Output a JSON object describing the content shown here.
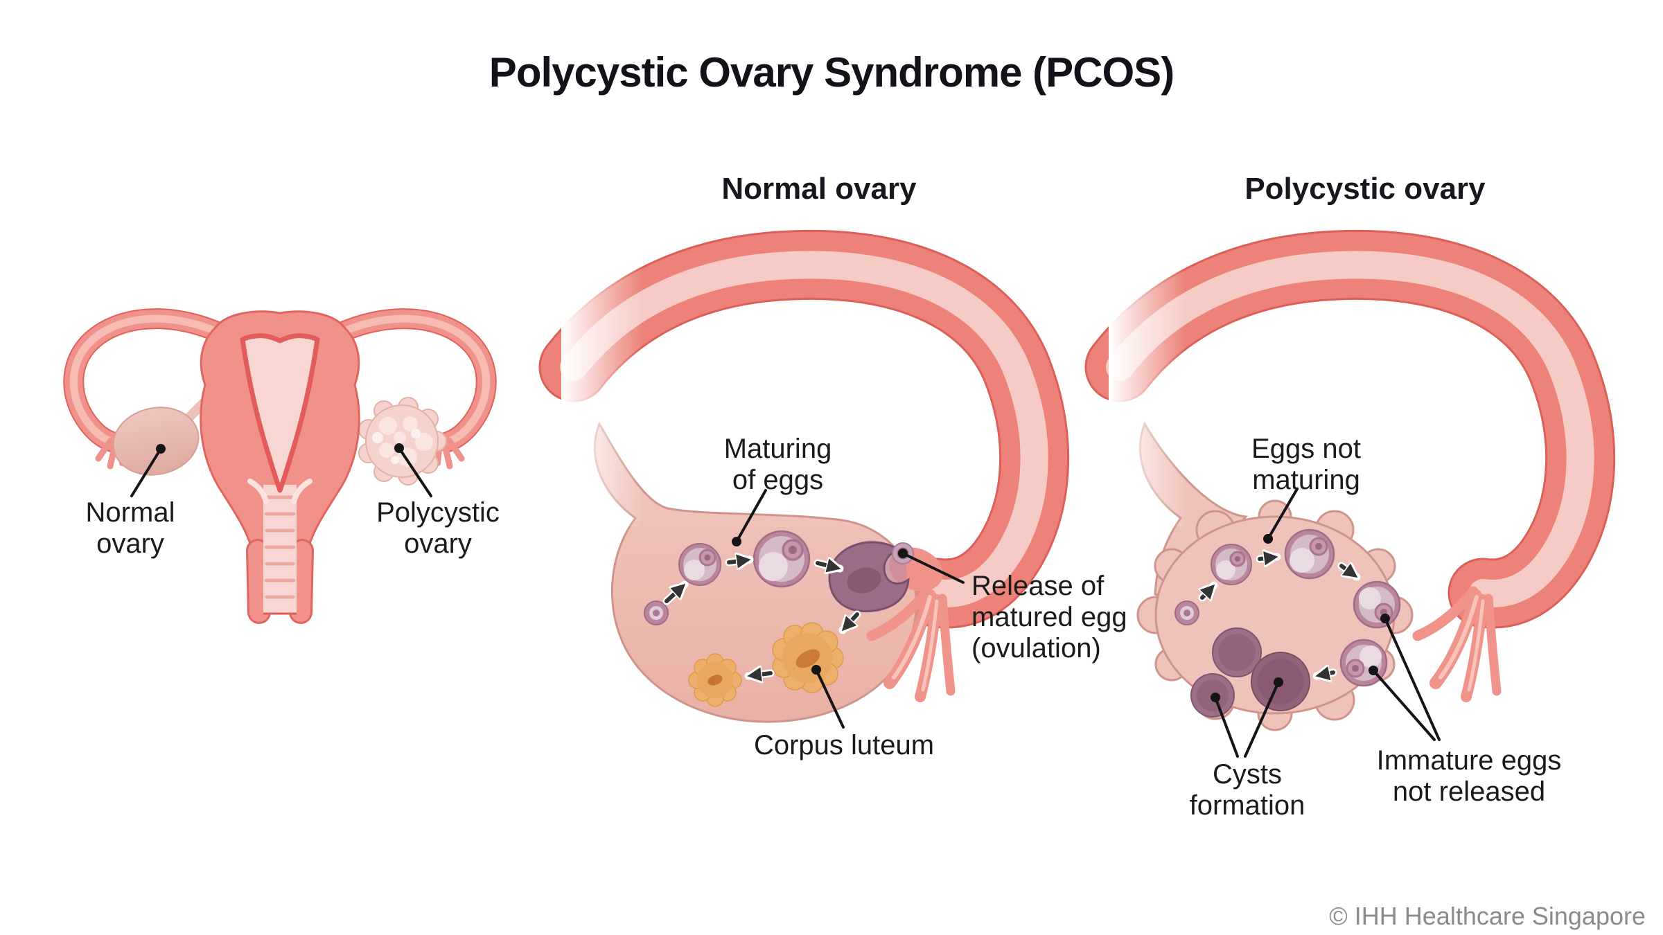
{
  "title": "Polycystic Ovary Syndrome (PCOS)",
  "copyright": "© IHH Healthcare Singapore",
  "overview": {
    "normal_label": "Normal ovary",
    "pcos_label": "Polycystic ovary"
  },
  "normal_panel": {
    "header": "Normal ovary",
    "maturing_label": "Maturing of eggs",
    "release_label": "Release of matured egg (ovulation)",
    "corpus_label": "Corpus luteum"
  },
  "pcos_panel": {
    "header": "Polycystic ovary",
    "not_maturing_label": "Eggs not maturing",
    "cysts_label": "Cysts formation",
    "immature_label": "Immature eggs not released"
  },
  "colors": {
    "background": "#ffffff",
    "text": "#1b1b1b",
    "muted_text": "#8b8b8b",
    "tube_outline": "#dc5f58",
    "tube_fill": "#ec8279",
    "tube_inner_stripe": "#f7cbc5",
    "ovary_fill": "#f1c4bb",
    "ovary_outline": "#cf948b",
    "uterus_wall": "#f1928a",
    "endometrium_line": "#e25c5c",
    "uterine_cavity": "#f8d7d3",
    "follicle_ring": "#bb859c",
    "follicle_light": "#e9dbe2",
    "ovulation_dark": "#9a6c88",
    "corpus_luteum": "#e9a75f",
    "corpus_luteum_dark": "#cb7b35",
    "cyst_fill": "#9c6f87",
    "arrow": "#333333",
    "leader_line": "#151515"
  }
}
